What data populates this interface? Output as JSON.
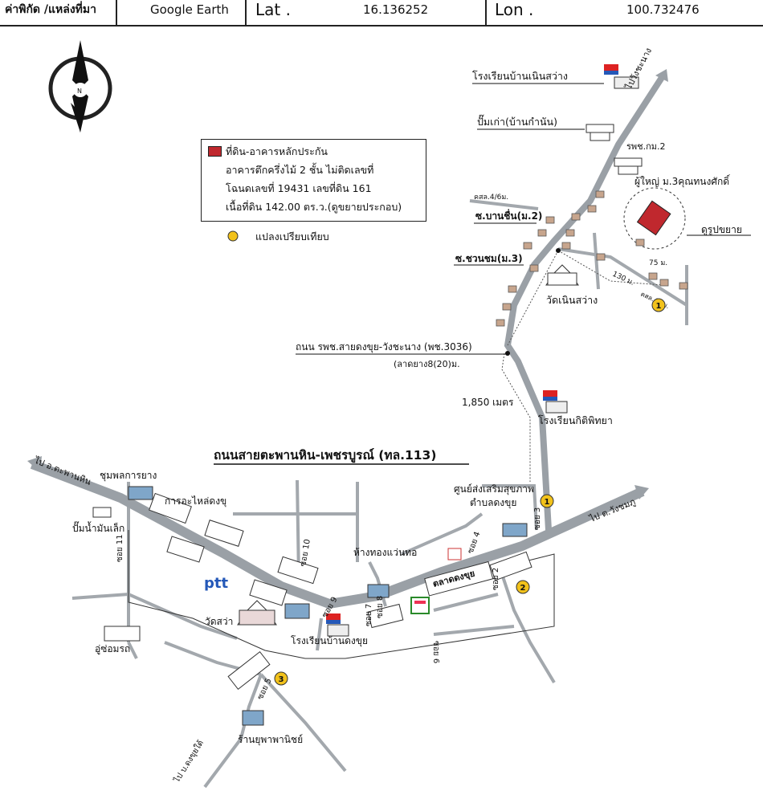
{
  "header": {
    "coord_label": "ค่าพิกัด /แหล่งที่มา",
    "source": "Google Earth",
    "lat_label": "Lat .",
    "lat_value": "16.136252",
    "lon_label": "Lon .",
    "lon_value": "100.732476"
  },
  "legend": {
    "line1": "ที่ดิน-อาคารหลักประกัน",
    "line2": "อาคารตึกครึ่งไม้ 2 ชั้น ไม่ติดเลขที่",
    "line3": "โฉนดเลขที่ 19431 เลขที่ดิน 161",
    "line4": "เนื้อที่ดิน 142.00 ตร.ว.(ดูขยายประกอบ)",
    "comparable": "แปลงเปรียบเทียบ"
  },
  "compass": {
    "north": "N"
  },
  "labels": {
    "school_nern_sawang": "โรงเรียนบ้านเนินสว่าง",
    "old_pump": "ปั๊มเก่า(บ้านกำนัน)",
    "to_wang_chanang": "ไปวังชะนาง",
    "health_moo2": "รพช.กม.2",
    "headman": "ผู้ใหญ่ ม.3คุณทนงศักดิ์",
    "road_4_6": "คสล.4/6ม.",
    "soi_ban_chuen": "ซ.บานชื่น(ม.2)",
    "zoom_view": "ดูรูปขยาย",
    "soi_chuan_chom": "ซ.ชวนชม(ม.3)",
    "dist_75": "75 ม.",
    "dist_130": "130 ม.",
    "road_4_6b": "คสล.4/6ม.",
    "wat_nern_sawang": "วัดเนินสว่าง",
    "road_3036": "ถนน รพช.สายดงขุย-วังชะนาง (พช.3036)",
    "road_3036_sub": "(ลาดยาง8(20)ม.",
    "dist_1850": "1,850 เมตร",
    "school_kitti": "โรงเรียนกิติพิทยา",
    "road_113": "ถนนสายตะพานหิน-เพชรบูรณ์ (ทล.113)",
    "to_taphan_hin": "ไป อ.ตะพานหิน",
    "to_wang_chomphu": "ไป ต.วังชมภู",
    "coop": "ชุมพลการยาง",
    "parts_shop": "การอะไหล่ดงขุ",
    "small_pump": "ปั๊มน้ำมันเล็ก",
    "soi_11": "ซอย 11",
    "soi_10": "ซอย 10",
    "health_center": "ศูนย์ส่งเสริมสุขภาพ",
    "tambon": "ตำบลดงขุย",
    "soi_2": "ซอย 2",
    "soi_3": "ซอย 3",
    "gold_shop": "ห้างทองแว่นทอ",
    "market": "ตลาดดงขุย",
    "soi_4": "ซอย 4",
    "ptt": "ptt",
    "wat_small": "วัดสว่า",
    "soi_9": "ซอย 9",
    "soi_7": "ซอย 7",
    "soi_8": "ซอย 8",
    "soi_5": "ซอย 5",
    "soi_6": "ซอย 6",
    "school_dong_khui": "โรงเรียนบ้านดงขุย",
    "garage": "อู่ซ่อมรถ",
    "hardware": "ร้านยุพาพานิชย์",
    "to_south": "ไป บ.ดงขุยใต้"
  },
  "markers": [
    "1",
    "1",
    "2",
    "3"
  ],
  "colors": {
    "road": "#9aa0a6",
    "minor_road": "#a3a8ad",
    "collateral": "#c0282e",
    "comparable": "#f2c21b",
    "flag_red": "#d22",
    "flag_blue": "#2458b8",
    "building_blue": "#7fa6c9",
    "house": "#c7a58d"
  }
}
